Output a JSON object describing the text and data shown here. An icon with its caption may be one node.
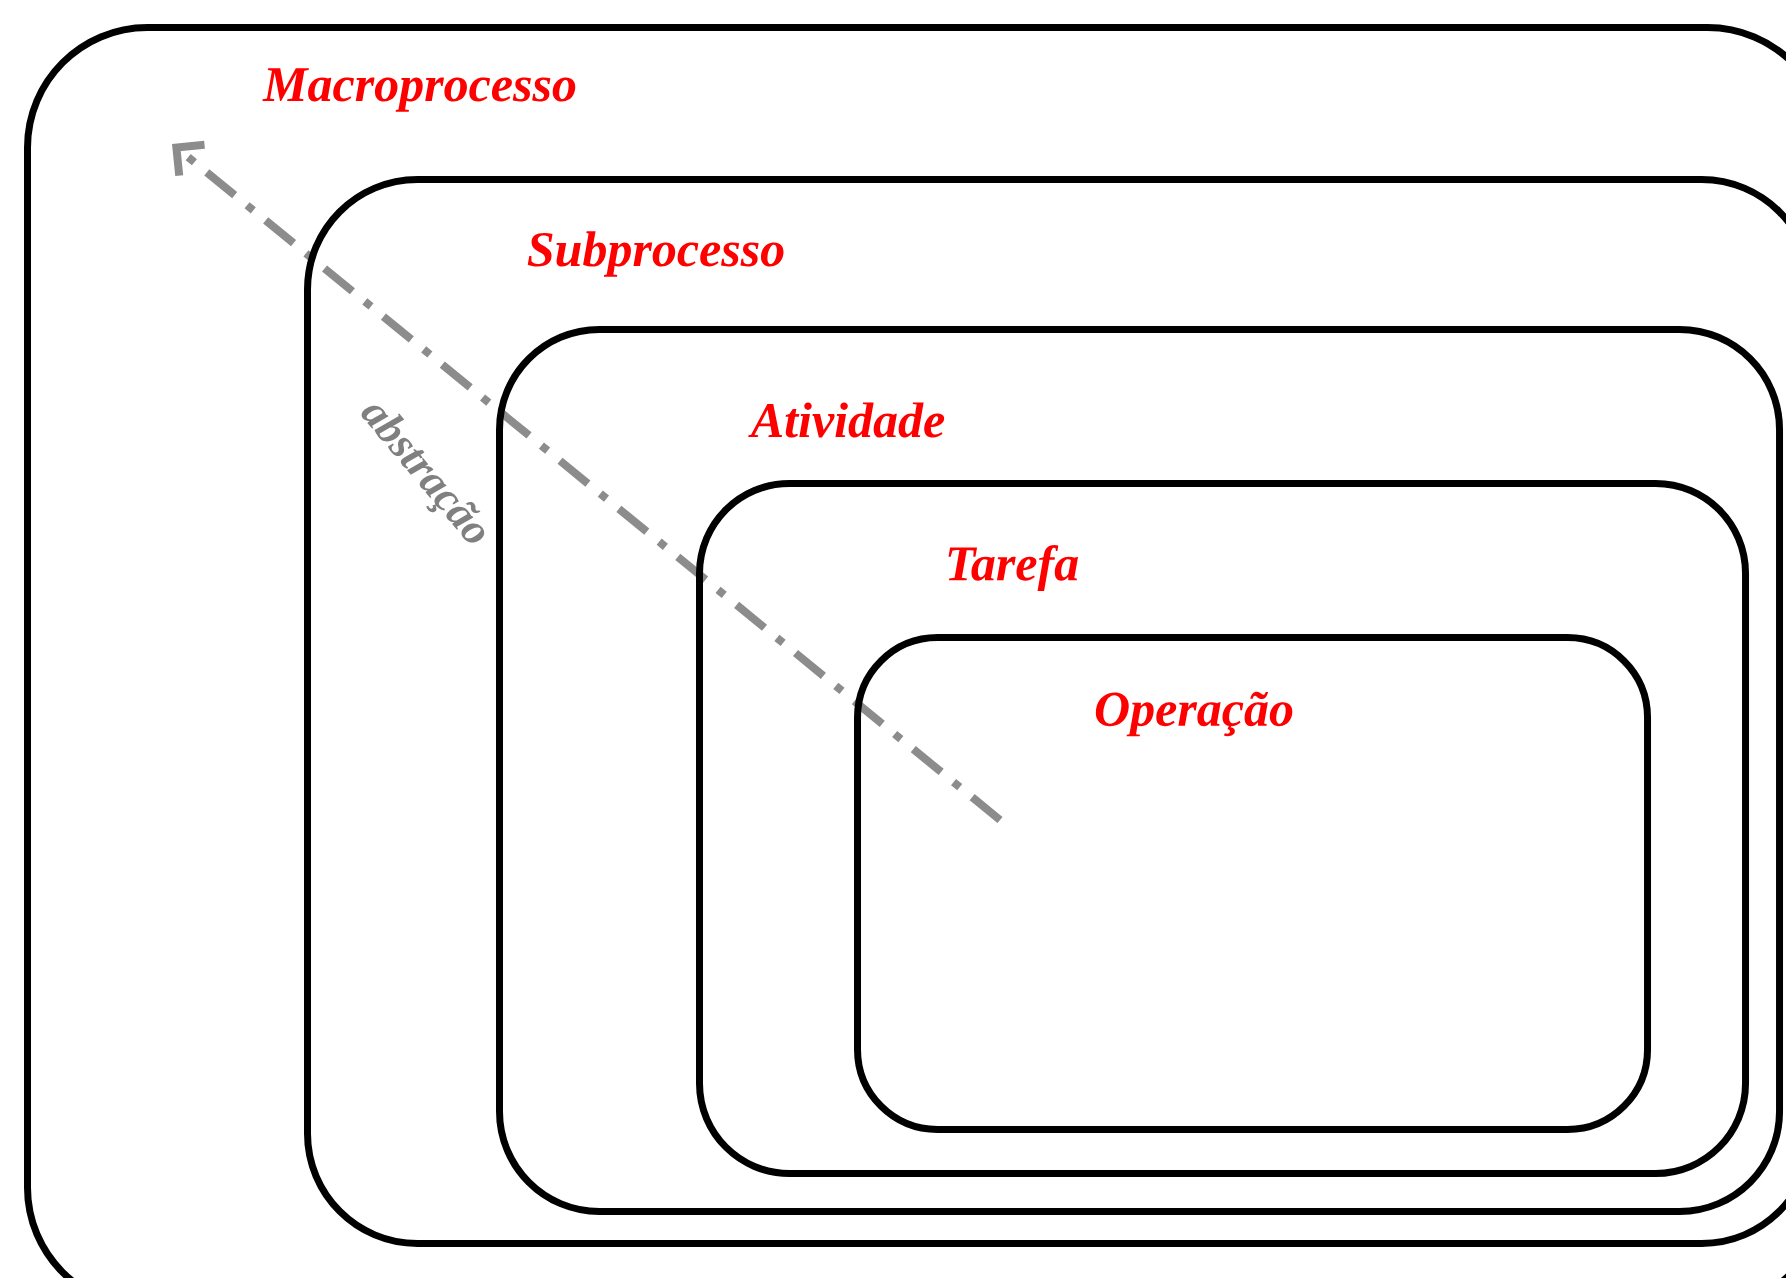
{
  "diagram": {
    "nodes": [
      {
        "text": [
          "Macroprocesso"
        ]
      },
      {
        "text": [
          "Subprocesso"
        ],
        "in": 0
      },
      {
        "text": [
          "Atividade"
        ],
        "in": 1
      },
      {
        "text": [
          "Tarefa"
        ],
        "in": 2
      },
      {
        "text": [
          "Operação"
        ],
        "in": 3
      }
    ],
    "edges": [],
    "labels": [
      "abstração"
    ]
  }
}
